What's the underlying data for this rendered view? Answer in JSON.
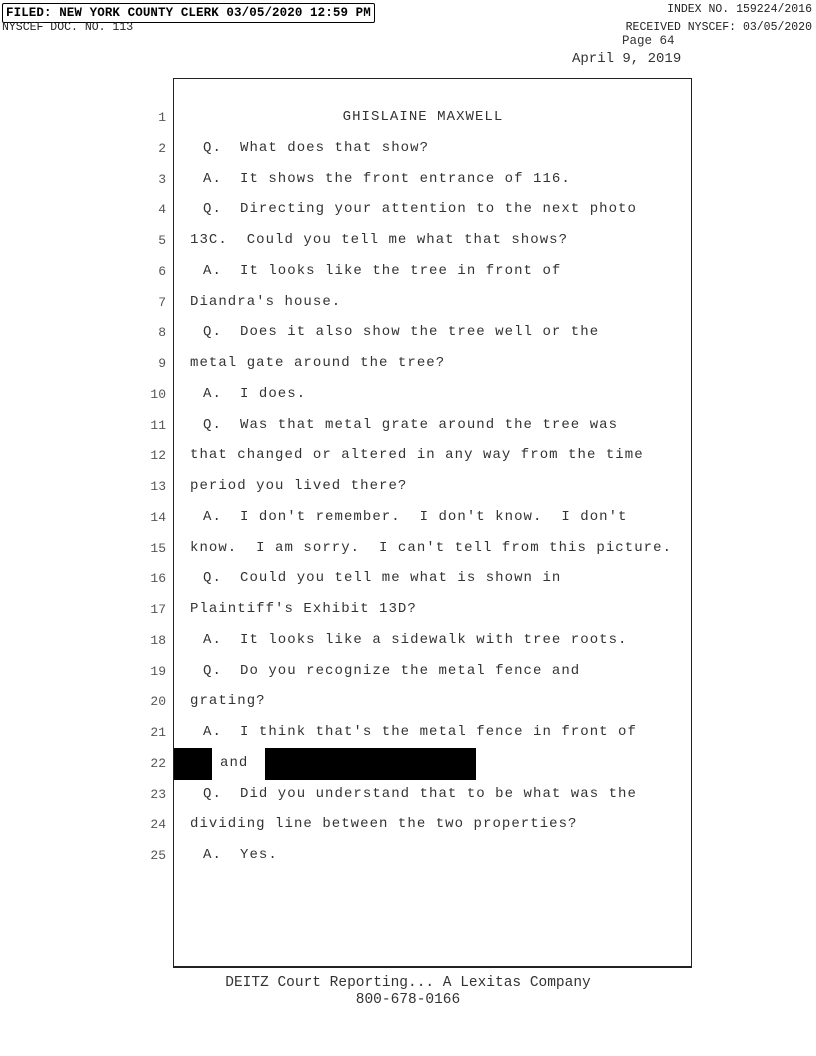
{
  "header": {
    "filed_stamp": "FILED: NEW YORK COUNTY CLERK 03/05/2020 12:59 PM",
    "index_no": "INDEX NO. 159224/2016",
    "nyscef_doc_no": "NYSCEF DOC. NO. 113",
    "received": "RECEIVED NYSCEF: 03/05/2020",
    "page": "Page 64",
    "date": "April 9, 2019"
  },
  "transcript": {
    "lines": [
      {
        "n": "1",
        "speaker": "",
        "text": "GHISLAINE MAXWELL",
        "style": "center"
      },
      {
        "n": "2",
        "speaker": "Q.",
        "text": "What does that show?"
      },
      {
        "n": "3",
        "speaker": "A.",
        "text": "It shows the front entrance of 116."
      },
      {
        "n": "4",
        "speaker": "Q.",
        "text": "Directing your attention to the next photo"
      },
      {
        "n": "5",
        "speaker": "",
        "text": "13C.  Could you tell me what that shows?"
      },
      {
        "n": "6",
        "speaker": "A.",
        "text": "It looks like the tree in front of"
      },
      {
        "n": "7",
        "speaker": "",
        "text": "Diandra's house."
      },
      {
        "n": "8",
        "speaker": "Q.",
        "text": "Does it also show the tree well or the"
      },
      {
        "n": "9",
        "speaker": "",
        "text": "metal gate around the tree?"
      },
      {
        "n": "10",
        "speaker": "A.",
        "text": "I does."
      },
      {
        "n": "11",
        "speaker": "Q.",
        "text": "Was that metal grate around the tree was"
      },
      {
        "n": "12",
        "speaker": "",
        "text": "that changed or altered in any way from the time"
      },
      {
        "n": "13",
        "speaker": "",
        "text": "period you lived there?"
      },
      {
        "n": "14",
        "speaker": "A.",
        "text": "I don't remember.  I don't know.  I don't"
      },
      {
        "n": "15",
        "speaker": "",
        "text": "know.  I am sorry.  I can't tell from this picture."
      },
      {
        "n": "16",
        "speaker": "Q.",
        "text": "Could you tell me what is shown in"
      },
      {
        "n": "17",
        "speaker": "",
        "text": "Plaintiff's Exhibit 13D?"
      },
      {
        "n": "18",
        "speaker": "A.",
        "text": "It looks like a sidewalk with tree roots."
      },
      {
        "n": "19",
        "speaker": "Q.",
        "text": "Do you recognize the metal fence and"
      },
      {
        "n": "20",
        "speaker": "",
        "text": "grating?"
      },
      {
        "n": "21",
        "speaker": "A.",
        "text": "I think that's the metal fence in front of"
      },
      {
        "n": "22",
        "speaker": "",
        "text": "and",
        "style": "redacted"
      },
      {
        "n": "23",
        "speaker": "Q.",
        "text": "Did you understand that to be what was the"
      },
      {
        "n": "24",
        "speaker": "",
        "text": "dividing line between the two properties?"
      },
      {
        "n": "25",
        "speaker": "A.",
        "text": "Yes."
      }
    ]
  },
  "footer": {
    "company": "DEITZ Court Reporting... A Lexitas Company",
    "phone": "800-678-0166"
  }
}
